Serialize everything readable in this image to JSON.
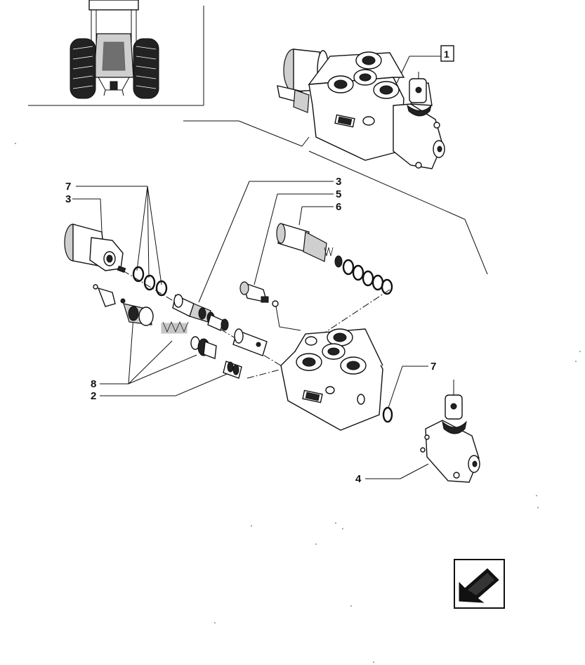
{
  "callouts": {
    "ref_box": "1",
    "top_7": "7",
    "left_3": "3",
    "right_3": "3",
    "label_5": "5",
    "label_6": "6",
    "label_8": "8",
    "label_2": "2",
    "right_7": "7",
    "label_4": "4"
  },
  "icons": {
    "tractor": "tractor-rear-view-icon",
    "valve_assembly": "control-valve-assembly-icon",
    "navigation": "previous-page-arrow-icon"
  }
}
